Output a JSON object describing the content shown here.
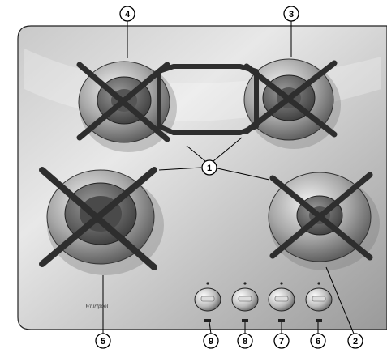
{
  "brand_logo": "Whirlpool",
  "callouts": {
    "c1": "1",
    "c2": "2",
    "c3": "3",
    "c4": "4",
    "c5": "5",
    "c6": "6",
    "c7": "7",
    "c8": "8",
    "c9": "9"
  },
  "colors": {
    "panel_light": "#e6e6e6",
    "panel_dark": "#8c8c8c",
    "grate": "#3a3a3a",
    "line": "#000000"
  }
}
